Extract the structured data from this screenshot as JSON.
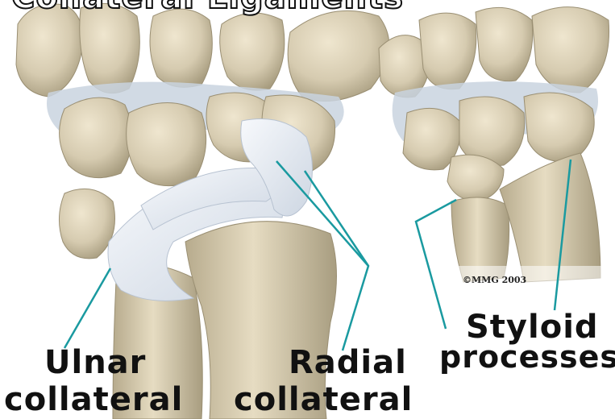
{
  "title": "Collateral Ligaments",
  "labels": {
    "ulnar_line1": "Ulnar",
    "ulnar_line2": "collateral",
    "radial_line1": "Radial",
    "radial_line2": "collateral",
    "styloid_line1": "Styloid",
    "styloid_line2": "processes"
  },
  "copyright": "©MMG 2003",
  "colors": {
    "bone": "#d6cbb0",
    "bone_shadow": "#a89d80",
    "cartilage": "#c9d3df",
    "ligament": "#eef2f7",
    "leader_line": "#1a9aa0",
    "text": "#111111"
  }
}
